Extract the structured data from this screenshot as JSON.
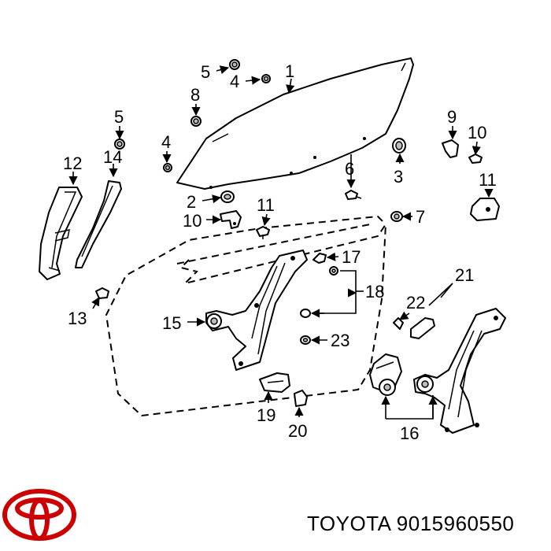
{
  "callouts": {
    "c1": "1",
    "c2": "2",
    "c3": "3",
    "c4a": "4",
    "c4b": "4",
    "c5a": "5",
    "c5b": "5",
    "c6": "6",
    "c7": "7",
    "c8": "8",
    "c9": "9",
    "c10a": "10",
    "c10b": "10",
    "c11a": "11",
    "c11b": "11",
    "c12": "12",
    "c13": "13",
    "c14": "14",
    "c15": "15",
    "c16": "16",
    "c17": "17",
    "c18": "18",
    "c19": "19",
    "c20": "20",
    "c21": "21",
    "c22": "22",
    "c23": "23"
  },
  "footer": {
    "brand": "TOYOTA",
    "part_number": "9015960550"
  },
  "colors": {
    "ink": "#000000",
    "logo": "#cc0000",
    "background": "#ffffff"
  },
  "icons": {
    "logo": "toyota-logo-icon"
  }
}
